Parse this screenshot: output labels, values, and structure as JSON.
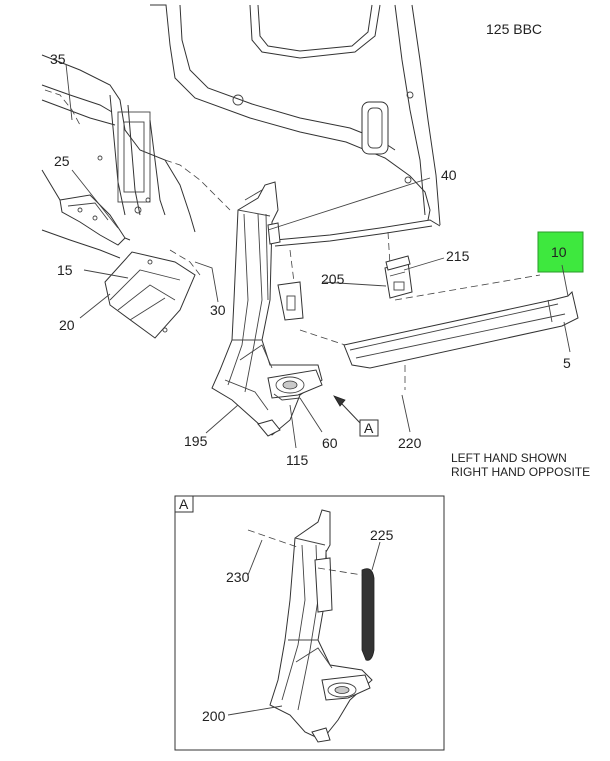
{
  "header": {
    "diagram_code": "125 BBC"
  },
  "notes": {
    "line1": "LEFT HAND SHOWN",
    "line2": "RIGHT HAND OPPOSITE"
  },
  "callouts": {
    "c5": "5",
    "c10": "10",
    "c15": "15",
    "c20": "20",
    "c25": "25",
    "c30": "30",
    "c35": "35",
    "c40": "40",
    "c60": "60",
    "c115": "115",
    "c195": "195",
    "c200": "200",
    "c205": "205",
    "c215": "215",
    "c220": "220",
    "c225": "225",
    "c230": "230"
  },
  "view_marker": {
    "label": "A"
  },
  "detail_view": {
    "label": "A"
  },
  "colors": {
    "highlight": "#3ee83e"
  },
  "icons": {
    "highlighted_part_marker": "green-square"
  }
}
